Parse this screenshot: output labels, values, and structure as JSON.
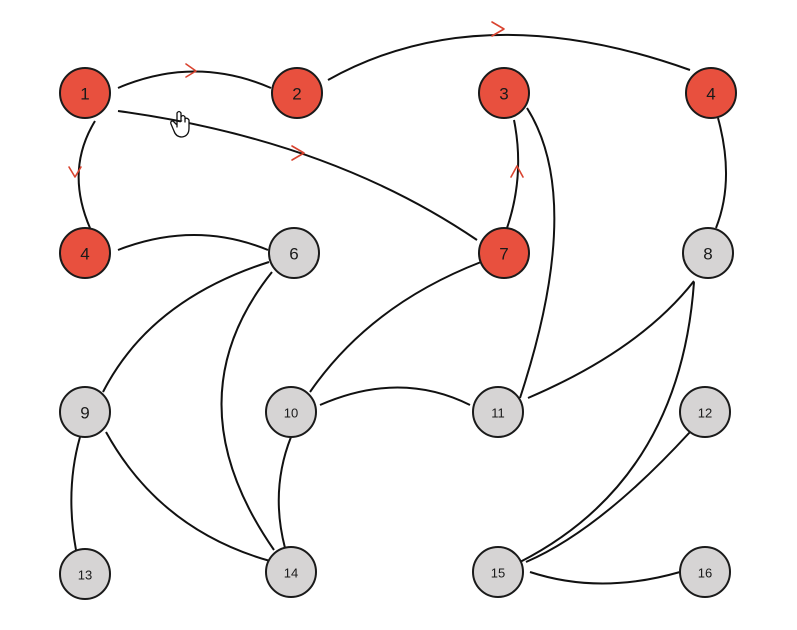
{
  "colors": {
    "visited": "#e8503e",
    "unvisited": "#d6d4d4",
    "arrow": "#d9432f",
    "edge": "#111111"
  },
  "nodes": [
    {
      "id": "n1",
      "label": "1",
      "state": "visited"
    },
    {
      "id": "n2",
      "label": "2",
      "state": "visited"
    },
    {
      "id": "n3",
      "label": "3",
      "state": "visited"
    },
    {
      "id": "n4a",
      "label": "4",
      "state": "visited"
    },
    {
      "id": "n4b",
      "label": "4",
      "state": "visited"
    },
    {
      "id": "n6",
      "label": "6",
      "state": "unvisited"
    },
    {
      "id": "n7",
      "label": "7",
      "state": "visited"
    },
    {
      "id": "n8",
      "label": "8",
      "state": "unvisited"
    },
    {
      "id": "n9",
      "label": "9",
      "state": "unvisited"
    },
    {
      "id": "n10",
      "label": "10",
      "state": "unvisited"
    },
    {
      "id": "n11",
      "label": "11",
      "state": "unvisited"
    },
    {
      "id": "n12",
      "label": "12",
      "state": "unvisited"
    },
    {
      "id": "n13",
      "label": "13",
      "state": "unvisited"
    },
    {
      "id": "n14",
      "label": "14",
      "state": "unvisited"
    },
    {
      "id": "n15",
      "label": "15",
      "state": "unvisited"
    },
    {
      "id": "n16",
      "label": "16",
      "state": "unvisited"
    }
  ],
  "edges": [
    {
      "from": "n1",
      "to": "n2",
      "traversed": true
    },
    {
      "from": "n1",
      "to": "n4b",
      "traversed": true
    },
    {
      "from": "n1",
      "to": "n7",
      "traversed": true
    },
    {
      "from": "n2",
      "to": "n4a",
      "traversed": true
    },
    {
      "from": "n7",
      "to": "n3",
      "traversed": true
    },
    {
      "from": "n3",
      "to": "n11",
      "traversed": false
    },
    {
      "from": "n4a",
      "to": "n8",
      "traversed": false
    },
    {
      "from": "n4b",
      "to": "n6",
      "traversed": false
    },
    {
      "from": "n6",
      "to": "n9",
      "traversed": false
    },
    {
      "from": "n6",
      "to": "n14",
      "traversed": false
    },
    {
      "from": "n7",
      "to": "n10",
      "traversed": false
    },
    {
      "from": "n8",
      "to": "n11",
      "traversed": false
    },
    {
      "from": "n8",
      "to": "n15",
      "traversed": false
    },
    {
      "from": "n9",
      "to": "n13",
      "traversed": false
    },
    {
      "from": "n9",
      "to": "n14",
      "traversed": false
    },
    {
      "from": "n10",
      "to": "n11",
      "traversed": false
    },
    {
      "from": "n10",
      "to": "n14",
      "traversed": false
    },
    {
      "from": "n12",
      "to": "n15",
      "traversed": false
    },
    {
      "from": "n15",
      "to": "n16",
      "traversed": false
    }
  ]
}
